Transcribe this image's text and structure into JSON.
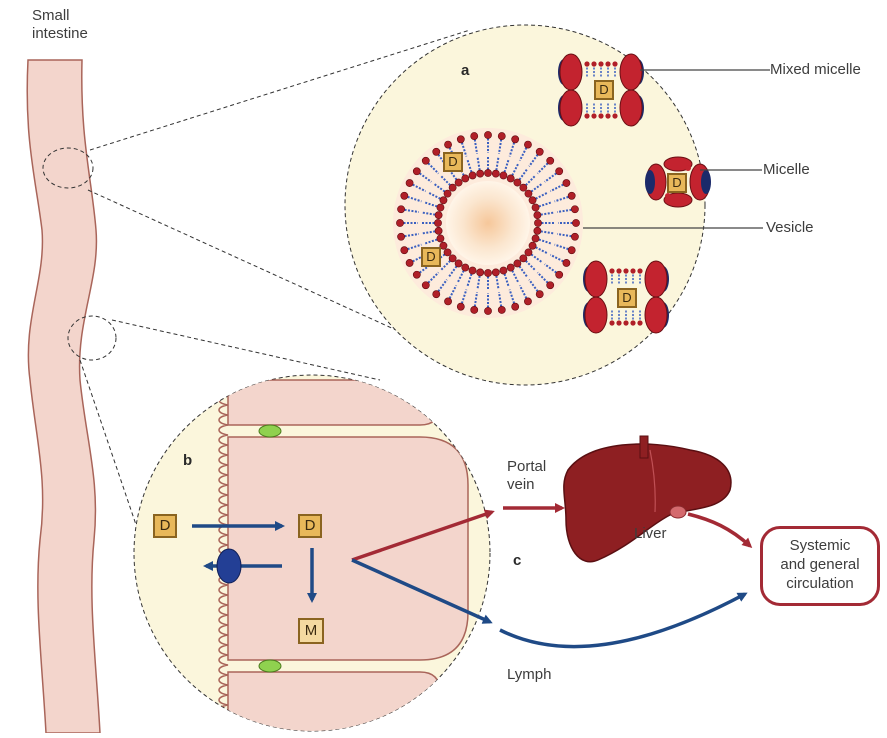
{
  "labels": {
    "small_intestine": "Small\nintestine",
    "panel_a": "a",
    "panel_b": "b",
    "panel_c": "c",
    "mixed_micelle": "Mixed micelle",
    "micelle": "Micelle",
    "vesicle": "Vesicle",
    "portal_vein": "Portal\nvein",
    "liver": "Liver",
    "lymph": "Lymph",
    "systemic": "Systemic\nand general\ncirculation",
    "drug": "D",
    "metabolite": "M"
  },
  "colors": {
    "intestine_fill": "#f3d5cc",
    "intestine_stroke": "#a9655a",
    "zoom_fill": "#fbf6dc",
    "portal_arrow": "#a32a35",
    "lymph_arrow": "#1f4a86",
    "liver": "#8e1f22",
    "drug_box": "#e8b85a",
    "transporter": "#233f95",
    "tight_junction": "#8fd14f"
  }
}
